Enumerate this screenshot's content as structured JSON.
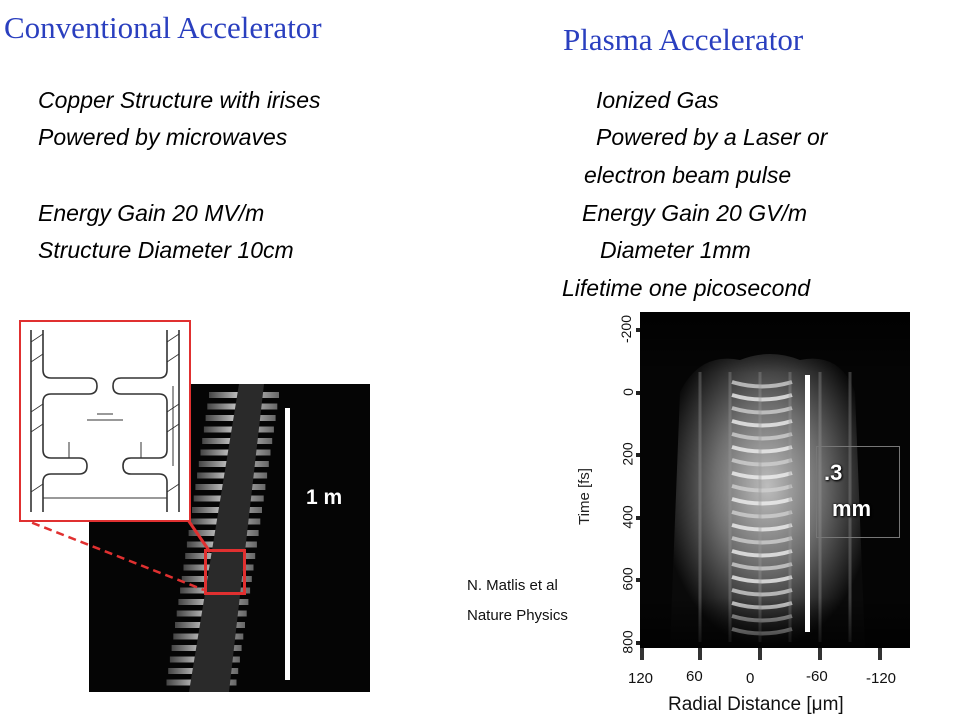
{
  "left": {
    "title": "Conventional Accelerator",
    "lines": [
      "Copper  Structure with irises",
      "Powered by microwaves",
      "Energy Gain 20 MV/m",
      "Structure Diameter 10cm"
    ],
    "scale_label": "1 m"
  },
  "right": {
    "title": "Plasma Accelerator",
    "lines": [
      "Ionized Gas",
      "Powered by a Laser or",
      "electron beam pulse",
      "Energy Gain 20 GV/m",
      "Diameter  1mm",
      "Lifetime one picosecond"
    ],
    "citation": [
      "N. Matlis et al",
      "Nature Physics"
    ],
    "scale_label_1": ".3",
    "scale_label_2": "mm",
    "plot": {
      "ylabel": "Time [fs]",
      "xlabel": "Radial Distance [μm]",
      "yticks": [
        "-200",
        "0",
        "200",
        "400",
        "600",
        "800"
      ],
      "xticks": [
        "120",
        "60",
        "0",
        "-60",
        "-120"
      ]
    }
  },
  "colors": {
    "title": "#2a3fbf",
    "highlight": "#e03030"
  }
}
